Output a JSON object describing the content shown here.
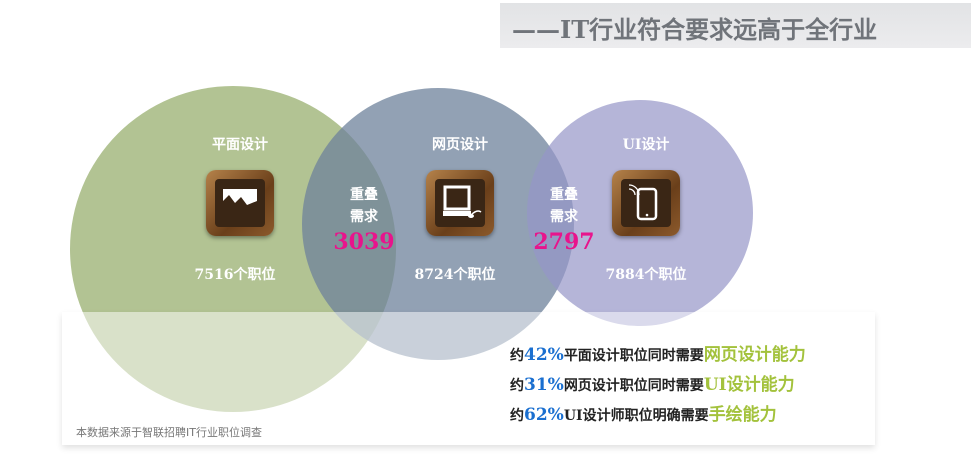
{
  "title": "——IT行业符合要求远高于全行业",
  "circles": [
    {
      "name": "平面设计",
      "count": "7516个职位",
      "icon": "image-icon"
    },
    {
      "name": "网页设计",
      "count": "8724个职位",
      "icon": "computer-icon"
    },
    {
      "name": "UI设计",
      "count": "7884个职位",
      "icon": "mobile-phone-icon"
    }
  ],
  "overlaps": [
    {
      "line1": "重叠",
      "line2": "需求",
      "value": "3039"
    },
    {
      "line1": "重叠",
      "line2": "需求",
      "value": "2797"
    }
  ],
  "stats": [
    {
      "pre": "约",
      "pct": "42%",
      "mid": "平面设计职位同时需要",
      "hl": "网页设计能力"
    },
    {
      "pre": "约",
      "pct": "31%",
      "mid": "网页设计职位同时需要",
      "hl": "UI设计能力"
    },
    {
      "pre": "约",
      "pct": "62%",
      "mid": "UI设计师职位明确需要",
      "hl": "手绘能力"
    }
  ],
  "source": "本数据来源于智联招聘IT行业职位调查",
  "colors": {
    "highlight_pct": "#1a6fd0",
    "highlight_skill": "#a3c23c",
    "overlap_number": "#e8148c"
  }
}
